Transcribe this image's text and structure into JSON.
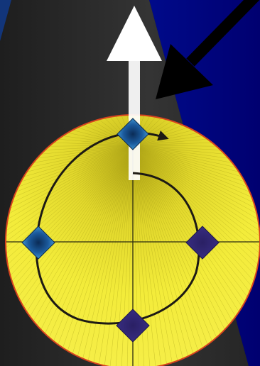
{
  "colors": {
    "background_dark": "#141414",
    "background_gray": "#2d2d2d",
    "background_blue_left": "#12357a",
    "background_navy_right": "#000080",
    "sphere_fill": "#f3ec3a",
    "sphere_fill_center": "#b8ad18",
    "sphere_outline": "#d8431e",
    "sphere_axes": "#2b2b10",
    "sphere_mesh_lines": "#9c9414",
    "trajectory": "#1d1a14",
    "marker_navy": "#2e2470",
    "marker_blue_light": "#4fb0ea",
    "marker_blue_dark": "#1b5a9c",
    "field_arrow_white": "#ffffff",
    "field_arrow_black": "#000000"
  },
  "elements": {
    "white_arrow": "up-arrow",
    "black_arrow": "diagonal-down-left-arrow",
    "sphere": "bloch-sphere",
    "trajectory": "spiral-curve-with-arrowhead",
    "markers": [
      {
        "name": "marker-top",
        "style": "blue"
      },
      {
        "name": "marker-left",
        "style": "blue"
      },
      {
        "name": "marker-right",
        "style": "navy"
      },
      {
        "name": "marker-bottom",
        "style": "navy"
      }
    ]
  }
}
